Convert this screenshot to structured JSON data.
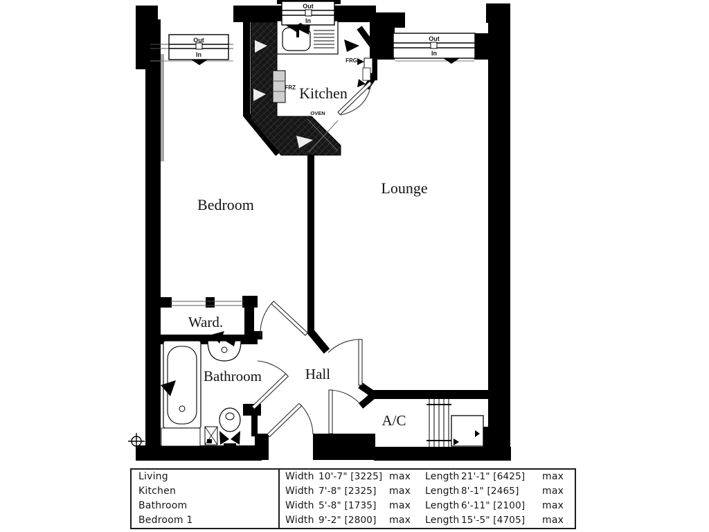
{
  "plan": {
    "room_labels": {
      "kitchen": "Kitchen",
      "bedroom": "Bedroom",
      "lounge": "Lounge",
      "wardrobe": "Ward.",
      "bathroom": "Bathroom",
      "hall": "Hall",
      "airing_cupboard": "A/C"
    },
    "appliance_labels": {
      "fridge": "FRG",
      "freezer": "FRZ",
      "oven": "OVEN"
    },
    "window_labels": {
      "out": "Out",
      "in": "In"
    },
    "colors": {
      "wall": "#000000",
      "paper": "#ffffff",
      "counter": "#141414"
    }
  },
  "dimensions_table": {
    "width_label": "Width",
    "length_label": "Length",
    "max_label": "max",
    "rows": [
      {
        "room": "Living",
        "width": "10'-7\" [3225]",
        "length": "21'-1\" [6425]"
      },
      {
        "room": "Kitchen",
        "width": "7'-8\" [2325]",
        "length": "8'-1\" [2465]"
      },
      {
        "room": "Bathroom",
        "width": "5'-8\" [1735]",
        "length": "6'-11\" [2100]"
      },
      {
        "room": "Bedroom  1",
        "width": "9'-2\" [2800]",
        "length": "15'-5\" [4705]"
      }
    ]
  }
}
